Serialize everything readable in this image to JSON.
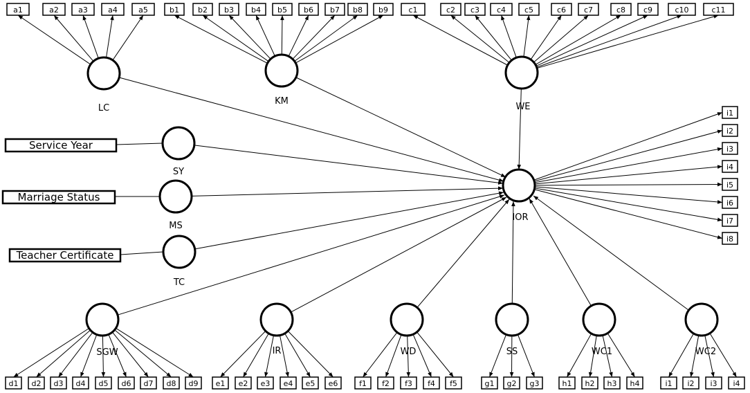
{
  "latents": [
    {
      "id": "LC",
      "label": "LC"
    },
    {
      "id": "KM",
      "label": "KM"
    },
    {
      "id": "WE",
      "label": "WE"
    },
    {
      "id": "SY",
      "label": "SY"
    },
    {
      "id": "MS",
      "label": "MS"
    },
    {
      "id": "TC",
      "label": "TC"
    },
    {
      "id": "IOR",
      "label": "IOR"
    },
    {
      "id": "SGW",
      "label": "SGW"
    },
    {
      "id": "IR",
      "label": "IR"
    },
    {
      "id": "WD",
      "label": "WD"
    },
    {
      "id": "SS",
      "label": "SS"
    },
    {
      "id": "WC1",
      "label": "WC1"
    },
    {
      "id": "WC2",
      "label": "WC2"
    }
  ],
  "observed": [
    {
      "id": "SY_obs",
      "label": "Service Year",
      "latent": "SY"
    },
    {
      "id": "MS_obs",
      "label": "Marriage Status",
      "latent": "MS"
    },
    {
      "id": "TC_obs",
      "label": "Teacher Certificate",
      "latent": "TC"
    }
  ],
  "indicators": {
    "LC": [
      "a1",
      "a2",
      "a3",
      "a4",
      "a5"
    ],
    "KM": [
      "b1",
      "b2",
      "b3",
      "b4",
      "b5",
      "b6",
      "b7",
      "b8",
      "b9"
    ],
    "WE": [
      "c1",
      "c2",
      "c3",
      "c4",
      "c5",
      "c6",
      "c7",
      "c8",
      "c9",
      "c10",
      "c11"
    ],
    "IOR": [
      "i1",
      "i2",
      "i3",
      "i4",
      "i5",
      "i6",
      "i7",
      "i8"
    ],
    "SGW": [
      "d1",
      "d2",
      "d3",
      "d4",
      "d5",
      "d6",
      "d7",
      "d8",
      "d9"
    ],
    "IR": [
      "e1",
      "e2",
      "e3",
      "e4",
      "e5",
      "e6"
    ],
    "WD": [
      "f1",
      "f2",
      "f3",
      "f4",
      "f5"
    ],
    "SS": [
      "g1",
      "g2",
      "g3"
    ],
    "WC1": [
      "h1",
      "h2",
      "h3",
      "h4"
    ],
    "WC2": [
      "i1",
      "i2",
      "i3",
      "i4"
    ]
  },
  "structural_paths": [
    {
      "from": "LC",
      "to": "IOR"
    },
    {
      "from": "KM",
      "to": "IOR"
    },
    {
      "from": "WE",
      "to": "IOR"
    },
    {
      "from": "SY",
      "to": "IOR"
    },
    {
      "from": "MS",
      "to": "IOR"
    },
    {
      "from": "TC",
      "to": "IOR"
    },
    {
      "from": "SGW",
      "to": "IOR"
    },
    {
      "from": "IR",
      "to": "IOR"
    },
    {
      "from": "WD",
      "to": "IOR"
    },
    {
      "from": "SS",
      "to": "IOR"
    },
    {
      "from": "WC1",
      "to": "IOR"
    },
    {
      "from": "WC2",
      "to": "IOR"
    }
  ]
}
